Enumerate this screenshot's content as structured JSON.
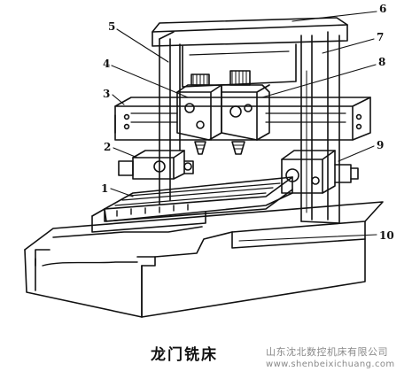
{
  "caption": "龙门铣床",
  "watermark": {
    "company": "山东沈北数控机床有限公司",
    "website": "www.shenbeixichuang.com"
  },
  "callouts": [
    "1",
    "2",
    "3",
    "4",
    "5",
    "6",
    "7",
    "8",
    "9",
    "10"
  ],
  "colors": {
    "line": "#111111",
    "label": "#111111",
    "watermark": "#8a8a8a"
  }
}
